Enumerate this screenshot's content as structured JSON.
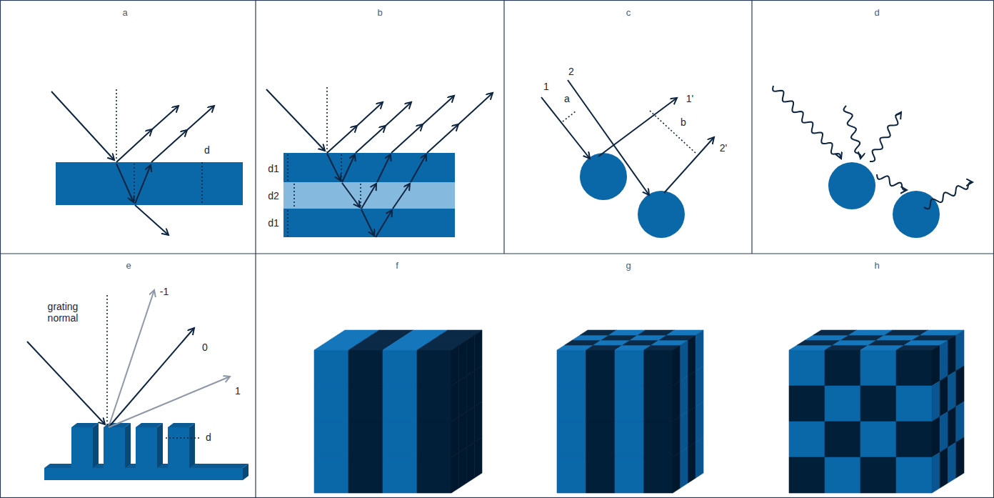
{
  "diagram": {
    "labels": [
      "a",
      "b",
      "c",
      "d",
      "e",
      "f",
      "g",
      "h",
      "d",
      "d1",
      "d2",
      "d1",
      "1",
      "2",
      "a",
      "1'",
      "b",
      "2'",
      "grating normal",
      "-1",
      "0",
      "1",
      "d"
    ]
  }
}
